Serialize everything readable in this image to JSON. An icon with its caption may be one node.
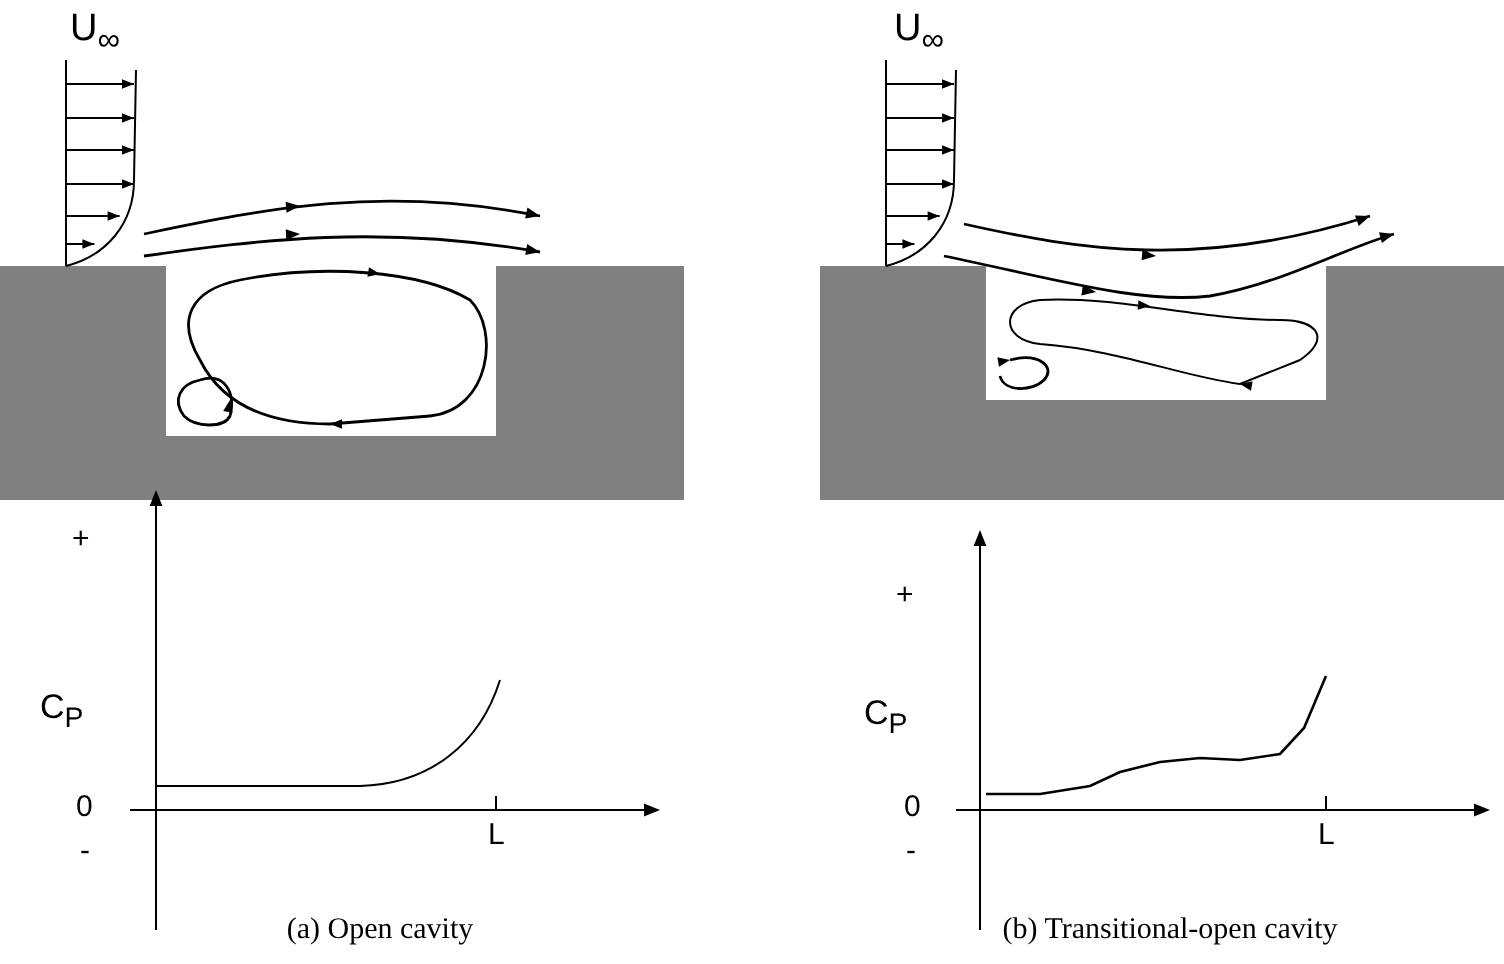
{
  "diagram": {
    "labels": [
      "U$_{∞}$",
      "U$_{∞}$",
      "+",
      "+",
      "C$_{P}$",
      "0",
      "C$_{P}$",
      "0",
      "L",
      "L",
      "-",
      "-",
      "(a)  Open cavity",
      "(b)  Transitional-open cavity"
    ]
  }
}
